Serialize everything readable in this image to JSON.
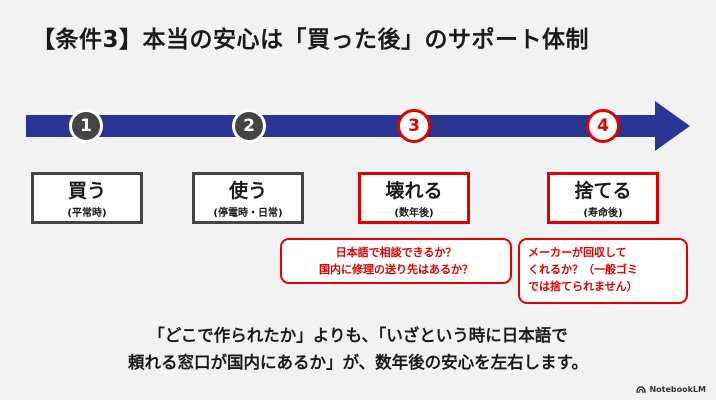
{
  "title": "【条件3】本当の安心は「買った後」のサポート体制",
  "steps": [
    {
      "number": "1",
      "label": "買う",
      "sub": "(平常時)",
      "highlight": false
    },
    {
      "number": "2",
      "label": "使う",
      "sub": "(停電時・日常)",
      "highlight": false
    },
    {
      "number": "3",
      "label": "壊れる",
      "sub": "(数年後)",
      "highlight": true
    },
    {
      "number": "4",
      "label": "捨てる",
      "sub": "(寿命後)",
      "highlight": true
    }
  ],
  "questions": [
    {
      "lines": [
        "日本語で相談できるか？",
        "国内に修理の送り先はあるか？"
      ]
    },
    {
      "lines": [
        "メーカーが回収して",
        "くれるか？（一般ゴミ",
        "では捨てられません）"
      ]
    }
  ],
  "conclusion": {
    "line1": "「どこで作られたか」よりも、「いざという時に日本語で",
    "line2": "頼れる窓口が国内にあるか」が、数年後の安心を左右します。"
  },
  "brand": "NotebookLM",
  "colors": {
    "arrow": "#283593",
    "accent": "#e00000",
    "node": "#444444"
  }
}
